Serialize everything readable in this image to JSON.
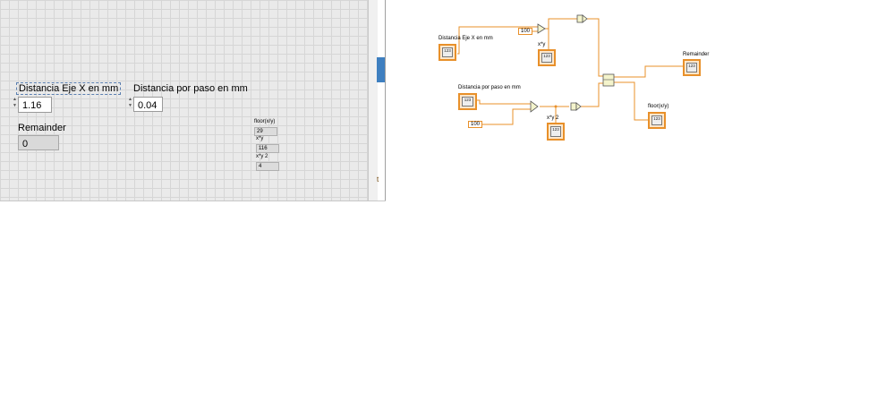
{
  "front_panel": {
    "distancia_x": {
      "label": "Distancia Eje X en mm",
      "value": "1.16"
    },
    "distancia_paso": {
      "label": "Distancia por paso en mm",
      "value": "0.04"
    },
    "remainder": {
      "label": "Remainder",
      "value": "0"
    },
    "floor": {
      "label": "floor(x/y)",
      "value": "29"
    },
    "xy": {
      "label": "x*y",
      "value": "116"
    },
    "xy2": {
      "label": "x*y 2",
      "value": "4"
    },
    "edge_glyph": "t"
  },
  "block_diagram": {
    "labels": {
      "distancia_x": "Distancia Eje X en mm",
      "distancia_paso": "Distancia por paso en mm",
      "xy": "x*y",
      "xy2": "x*y 2",
      "remainder": "Remainder",
      "floor": "floor(x/y)"
    },
    "terminal_text": "123",
    "constants": {
      "c1": "100",
      "c2": "100"
    },
    "wire_color": "#e8902a"
  }
}
